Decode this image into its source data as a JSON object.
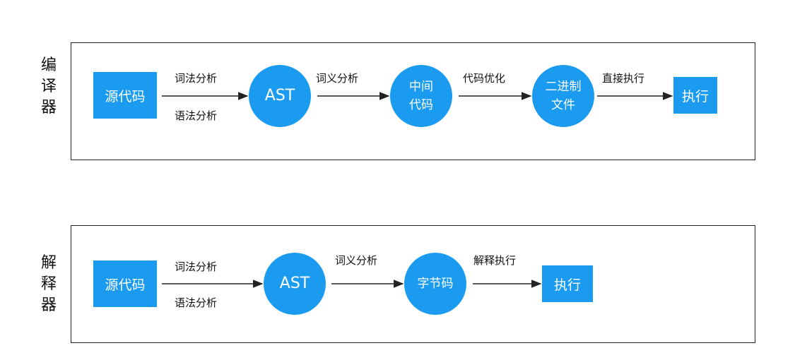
{
  "compiler": {
    "side_label": "编\n译\n器",
    "nodes": {
      "source": "源代码",
      "ast": "AST",
      "intermediate": "中间\n代码",
      "binary": "二进制\n文件",
      "execute": "执行"
    },
    "edges": {
      "lexical": "词法分析",
      "syntax": "语法分析",
      "semantic": "词义分析",
      "optimize": "代码优化",
      "direct_exec": "直接执行"
    }
  },
  "interpreter": {
    "side_label": "解\n释\n器",
    "nodes": {
      "source": "源代码",
      "ast": "AST",
      "bytecode": "字节码",
      "execute": "执行"
    },
    "edges": {
      "lexical": "词法分析",
      "syntax": "语法分析",
      "semantic": "词义分析",
      "interpret_exec": "解释执行"
    }
  },
  "colors": {
    "node_fill": "#1a9bf0",
    "border": "#222222",
    "text": "#111111"
  }
}
